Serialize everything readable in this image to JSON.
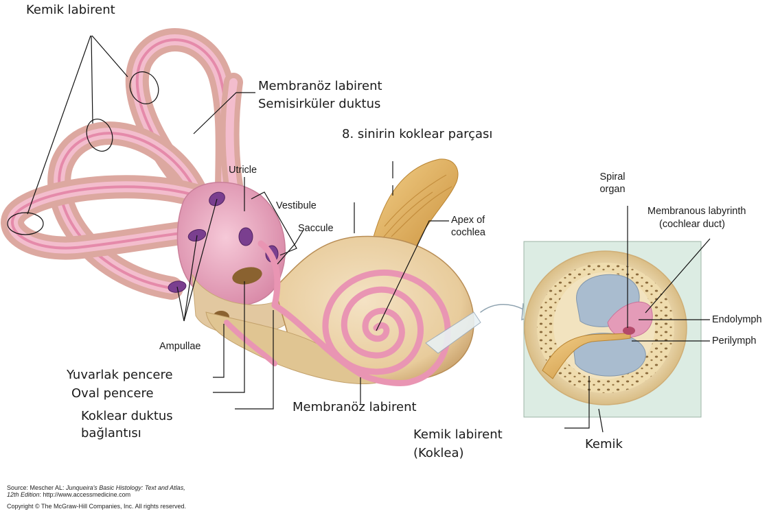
{
  "labels": {
    "kemik_labirent_top": "Kemik labirent",
    "membranoz_labirent_1": "Membranöz labirent",
    "semisirkuler_duktus": "Semisirküler duktus",
    "sinirin_koklear": "8. sinirin koklear parçası",
    "utricle": "Utricle",
    "vestibule": "Vestibule",
    "saccule": "Saccule",
    "apex_1": "Apex of",
    "apex_2": "cochlea",
    "spiral_1": "Spiral",
    "spiral_2": "organ",
    "membranous_labyrinth_1": "Membranous labyrinth",
    "membranous_labyrinth_2": "(cochlear duct)",
    "endolymph": "Endolymph",
    "perilymph": "Perilymph",
    "ampullae": "Ampullae",
    "yuvarlak_pencere": "Yuvarlak pencere",
    "oval_pencere": "Oval pencere",
    "koklear_duktus_1": "Koklear duktus",
    "koklear_duktus_2": "bağlantısı",
    "membranoz_labirent_2": "Membranöz labirent",
    "kemik_labirent_koklea_1": "Kemik labirent",
    "kemik_labirent_koklea_2": "(Koklea)",
    "kemik": "Kemik"
  },
  "source": {
    "line1_prefix": "Source: Mescher AL: ",
    "line1_title": "Junqueira's Basic Histology: Text and Atlas,",
    "line2_title": "12th Edition",
    "line2_suffix": ": http://www.accessmedicine.com",
    "copyright": "Copyright © The McGraw-Hill Companies, Inc. All rights reserved."
  },
  "colors": {
    "bone": "#e9cfa0",
    "bone_shadow": "#c9a36a",
    "membranous_pink": "#e995b3",
    "tube_pink": "#f3bdcd",
    "ampulla_purple": "#7a3f8f",
    "nerve_gold": "#e6b25a",
    "fluid_blue": "#a9bccf",
    "panel_bg": "#dcece3"
  }
}
